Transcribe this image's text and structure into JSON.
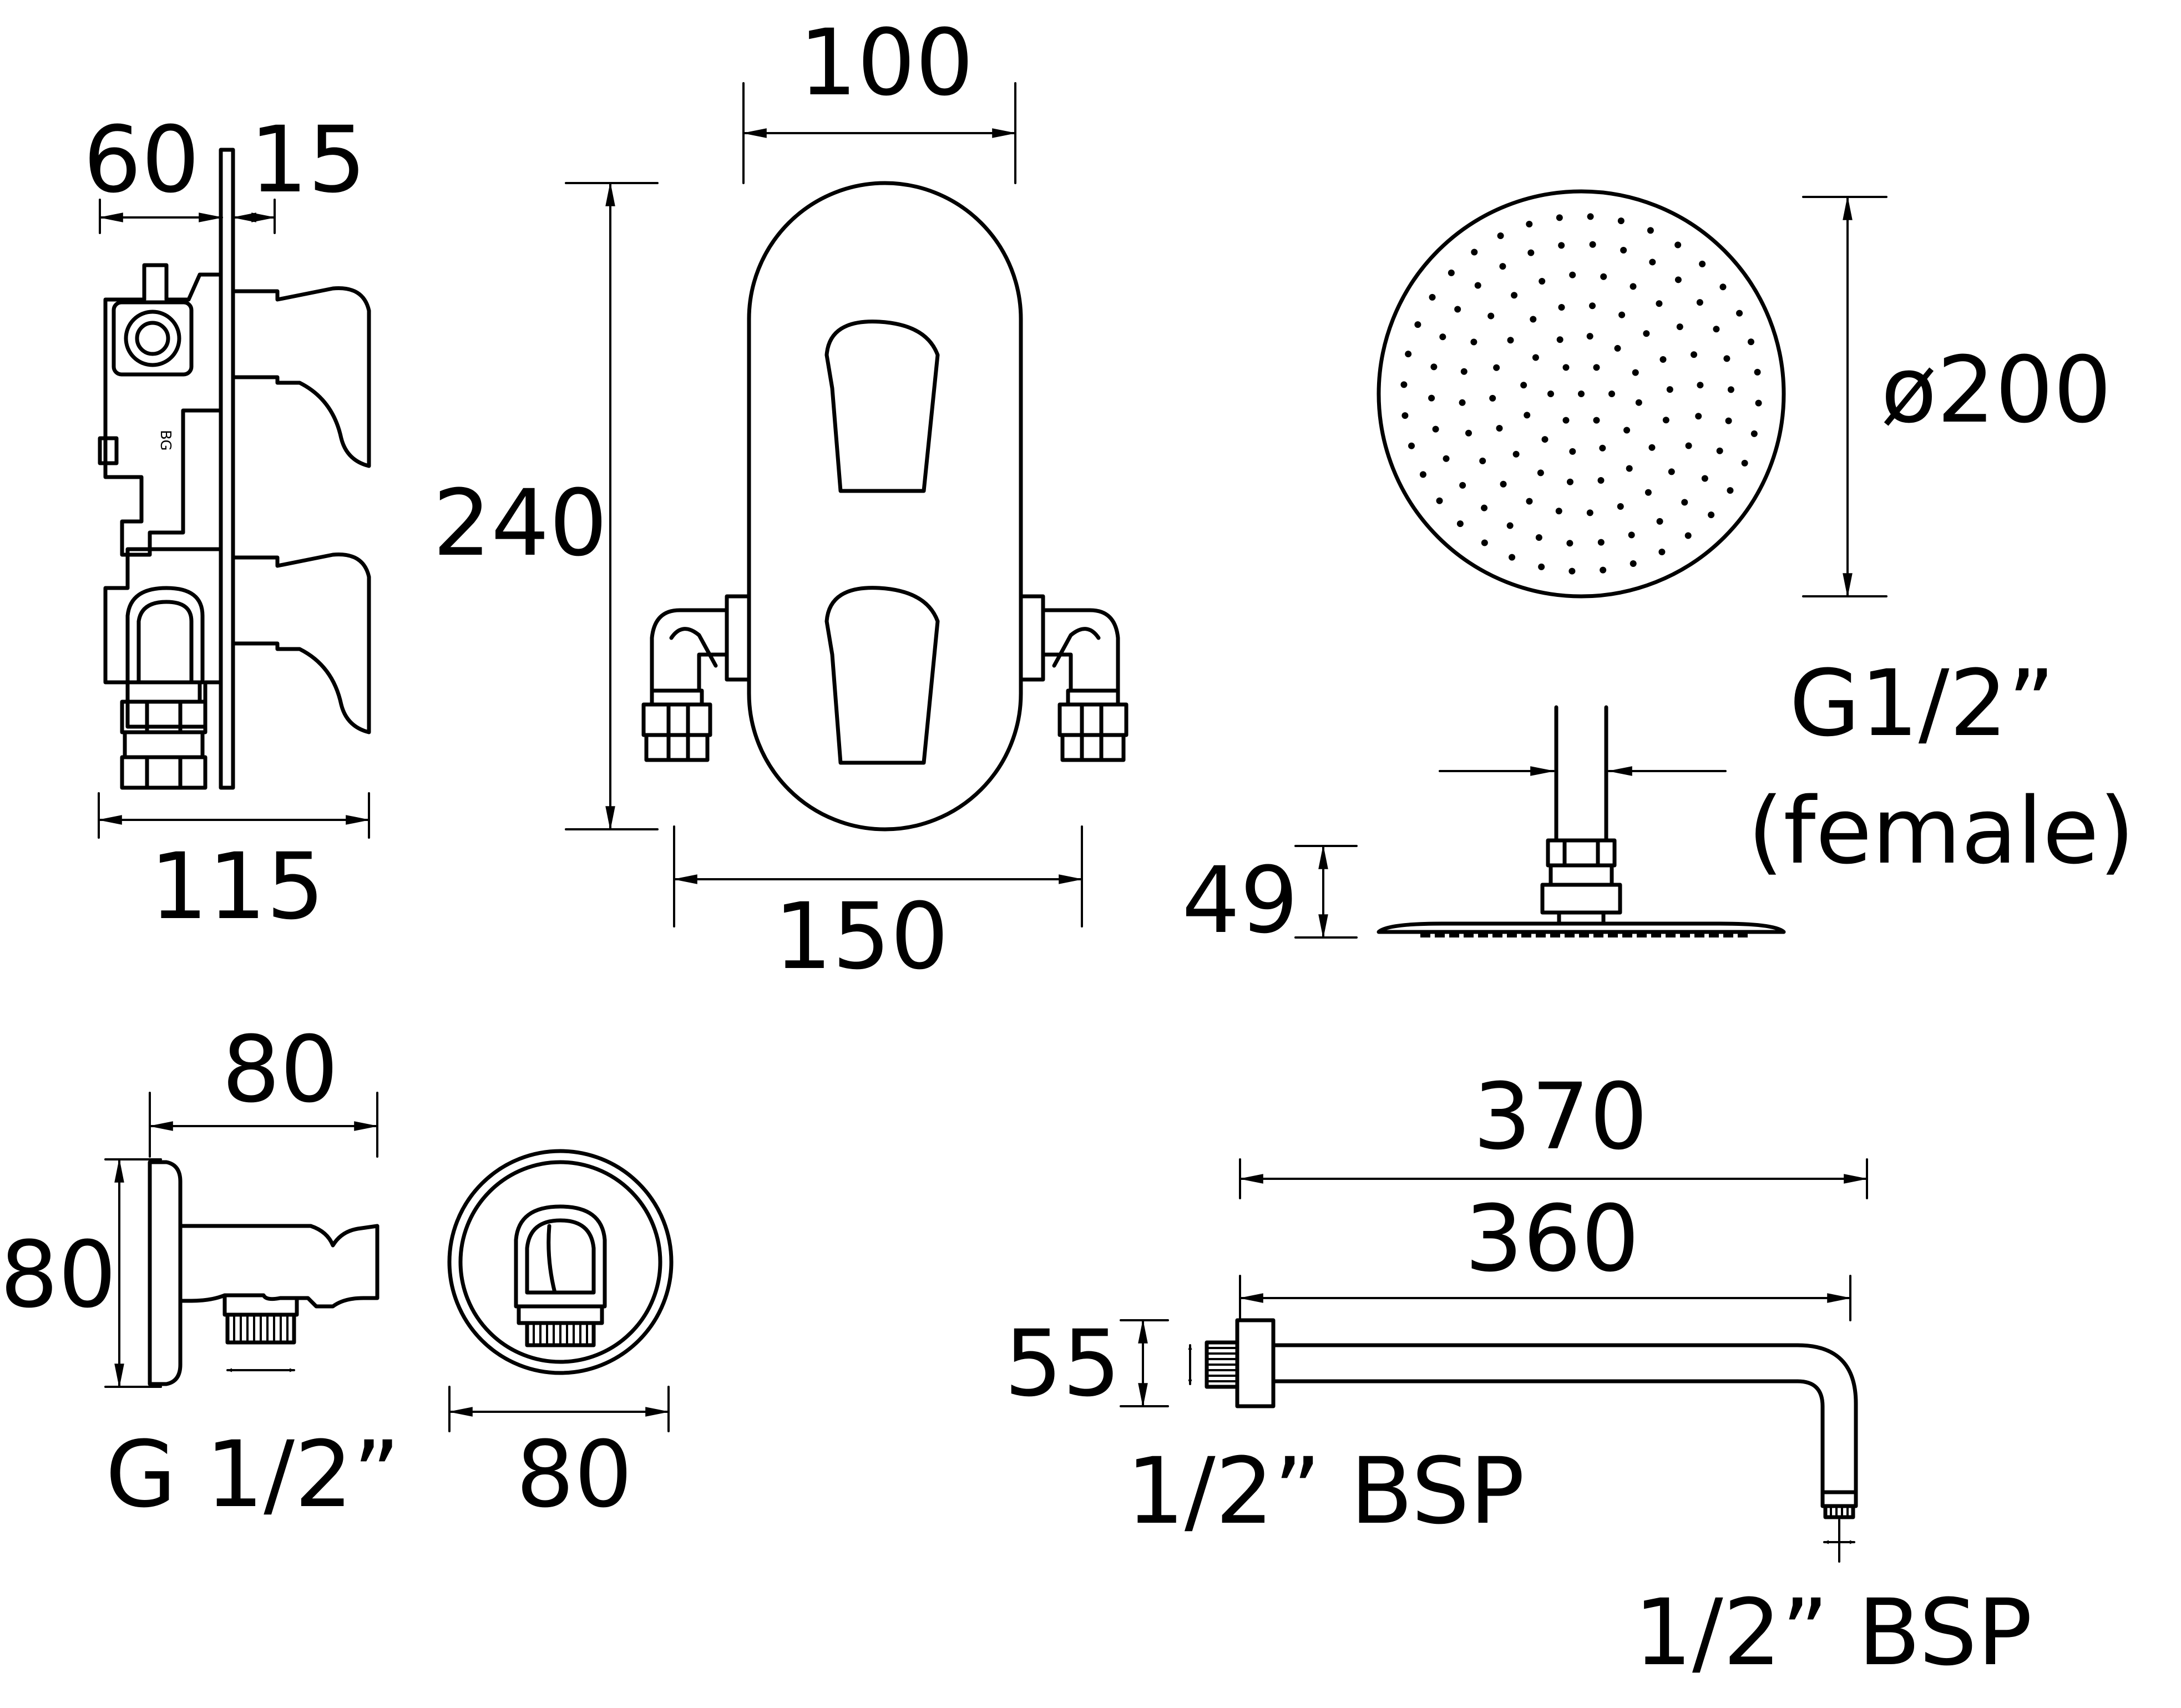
{
  "dimensions": {
    "valve_side_depth": "60",
    "valve_side_plate": "15",
    "valve_side_height": "115",
    "plate_height": "240",
    "plate_top_width": "100",
    "plate_width": "150",
    "head_diameter": "ø200",
    "head_thread": "G1/2”",
    "head_thread_type": "(female)",
    "head_height": "49",
    "outlet_side_width": "80",
    "outlet_side_height": "80",
    "outlet_thread": "G 1/2”",
    "outlet_front_width": "80",
    "arm_total_length": "370",
    "arm_length": "360",
    "arm_flange": "55",
    "arm_inlet_thread": "1/2” BSP",
    "arm_outlet_thread": "1/2” BSP"
  },
  "valve_body_mark": "BG"
}
